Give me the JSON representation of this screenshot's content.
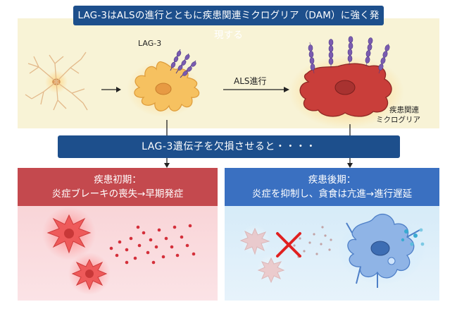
{
  "title": "LAG-3はALSの進行とともに疾患関連ミクログリア（DAM）に強く発現する",
  "lag3_label": "LAG-3",
  "progression_label": "ALS進行",
  "dam_label_line1": "疾患関連",
  "dam_label_line2": "ミクログリア",
  "banner": "LAG-3遺伝子を欠損させると・・・・",
  "left_panel": {
    "line1": "疾患初期：",
    "line2": "炎症ブレーキの喪失→早期発症",
    "color": "#c4494e"
  },
  "right_panel": {
    "line1": "疾患後期：",
    "line2": "炎症を抑制し、貪食は亢進→進行遅延",
    "color": "#3a70c1"
  }
}
